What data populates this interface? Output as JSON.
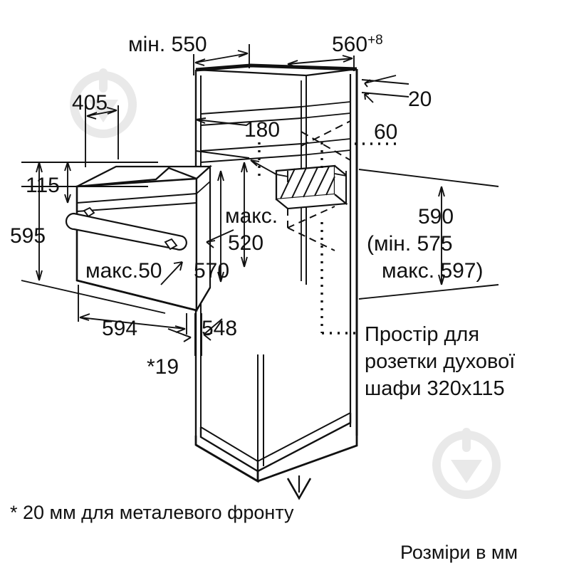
{
  "drawing": {
    "type": "installation-dimension-diagram",
    "subject": "built-in oven cabinet niche",
    "units_note": "Розміри в мм",
    "footnote": "* 20 мм для металевого фронту",
    "socket_note_lines": [
      "Простір для",
      "розетки духової",
      "шафи 320х115"
    ],
    "line_color": "#111111",
    "background": "#ffffff",
    "watermark_color": "#e8e8e8"
  },
  "dimensions": {
    "min_width": "мін. 550",
    "depth_tol": "560",
    "depth_tol_sup": "+8",
    "top_gap": "20",
    "shelf_height": "180",
    "socket_offset": "60",
    "hinge_depth": "405",
    "panel_height": "115",
    "oven_height": "595",
    "max_label": "макс.",
    "max_depth": "520",
    "oven_depth": "570",
    "max_gap": "макс.50",
    "oven_width": "594",
    "niche_width": "548",
    "front_thickness": "*19",
    "niche_height": "590",
    "niche_min": "(мін. 575",
    "niche_max": "макс. 597)"
  }
}
